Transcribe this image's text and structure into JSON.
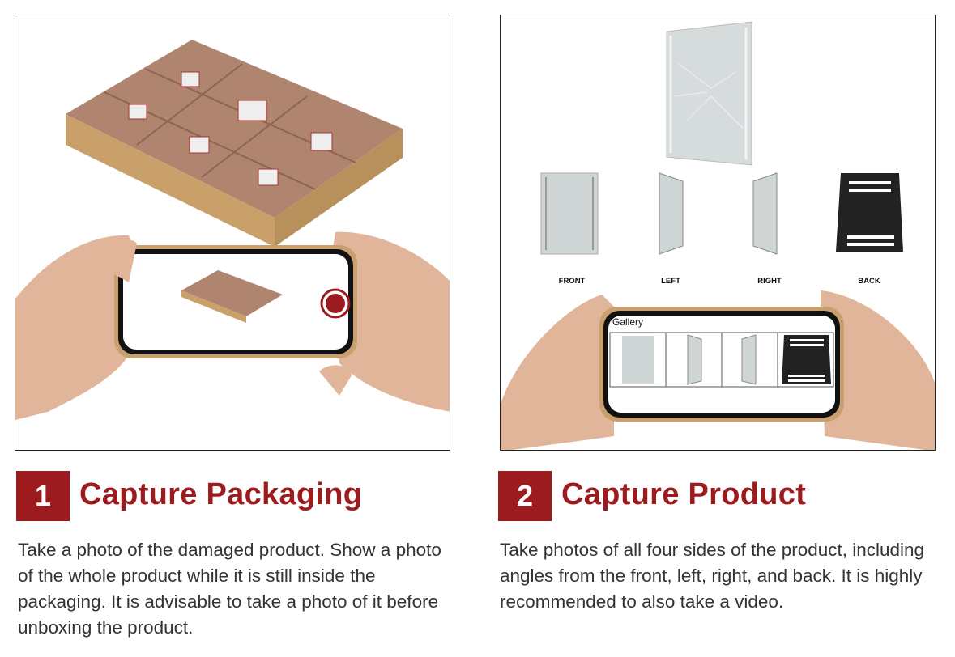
{
  "steps": [
    {
      "number": "1",
      "title": "Capture Packaging",
      "description": "Take a photo of the damaged product. Show a photo of the whole product while it is still inside the packaging. It is advisable to take a photo of it before unboxing the product."
    },
    {
      "number": "2",
      "title": "Capture Product",
      "description": "Take photos of all four sides of the product, including angles from the front, left, right, and back. It is highly recommended to also take a video.",
      "views": [
        "FRONT",
        "LEFT",
        "RIGHT",
        "BACK"
      ],
      "gallery_label": "Gallery"
    }
  ],
  "colors": {
    "accent": "#9b1b1f",
    "text": "#333333"
  }
}
